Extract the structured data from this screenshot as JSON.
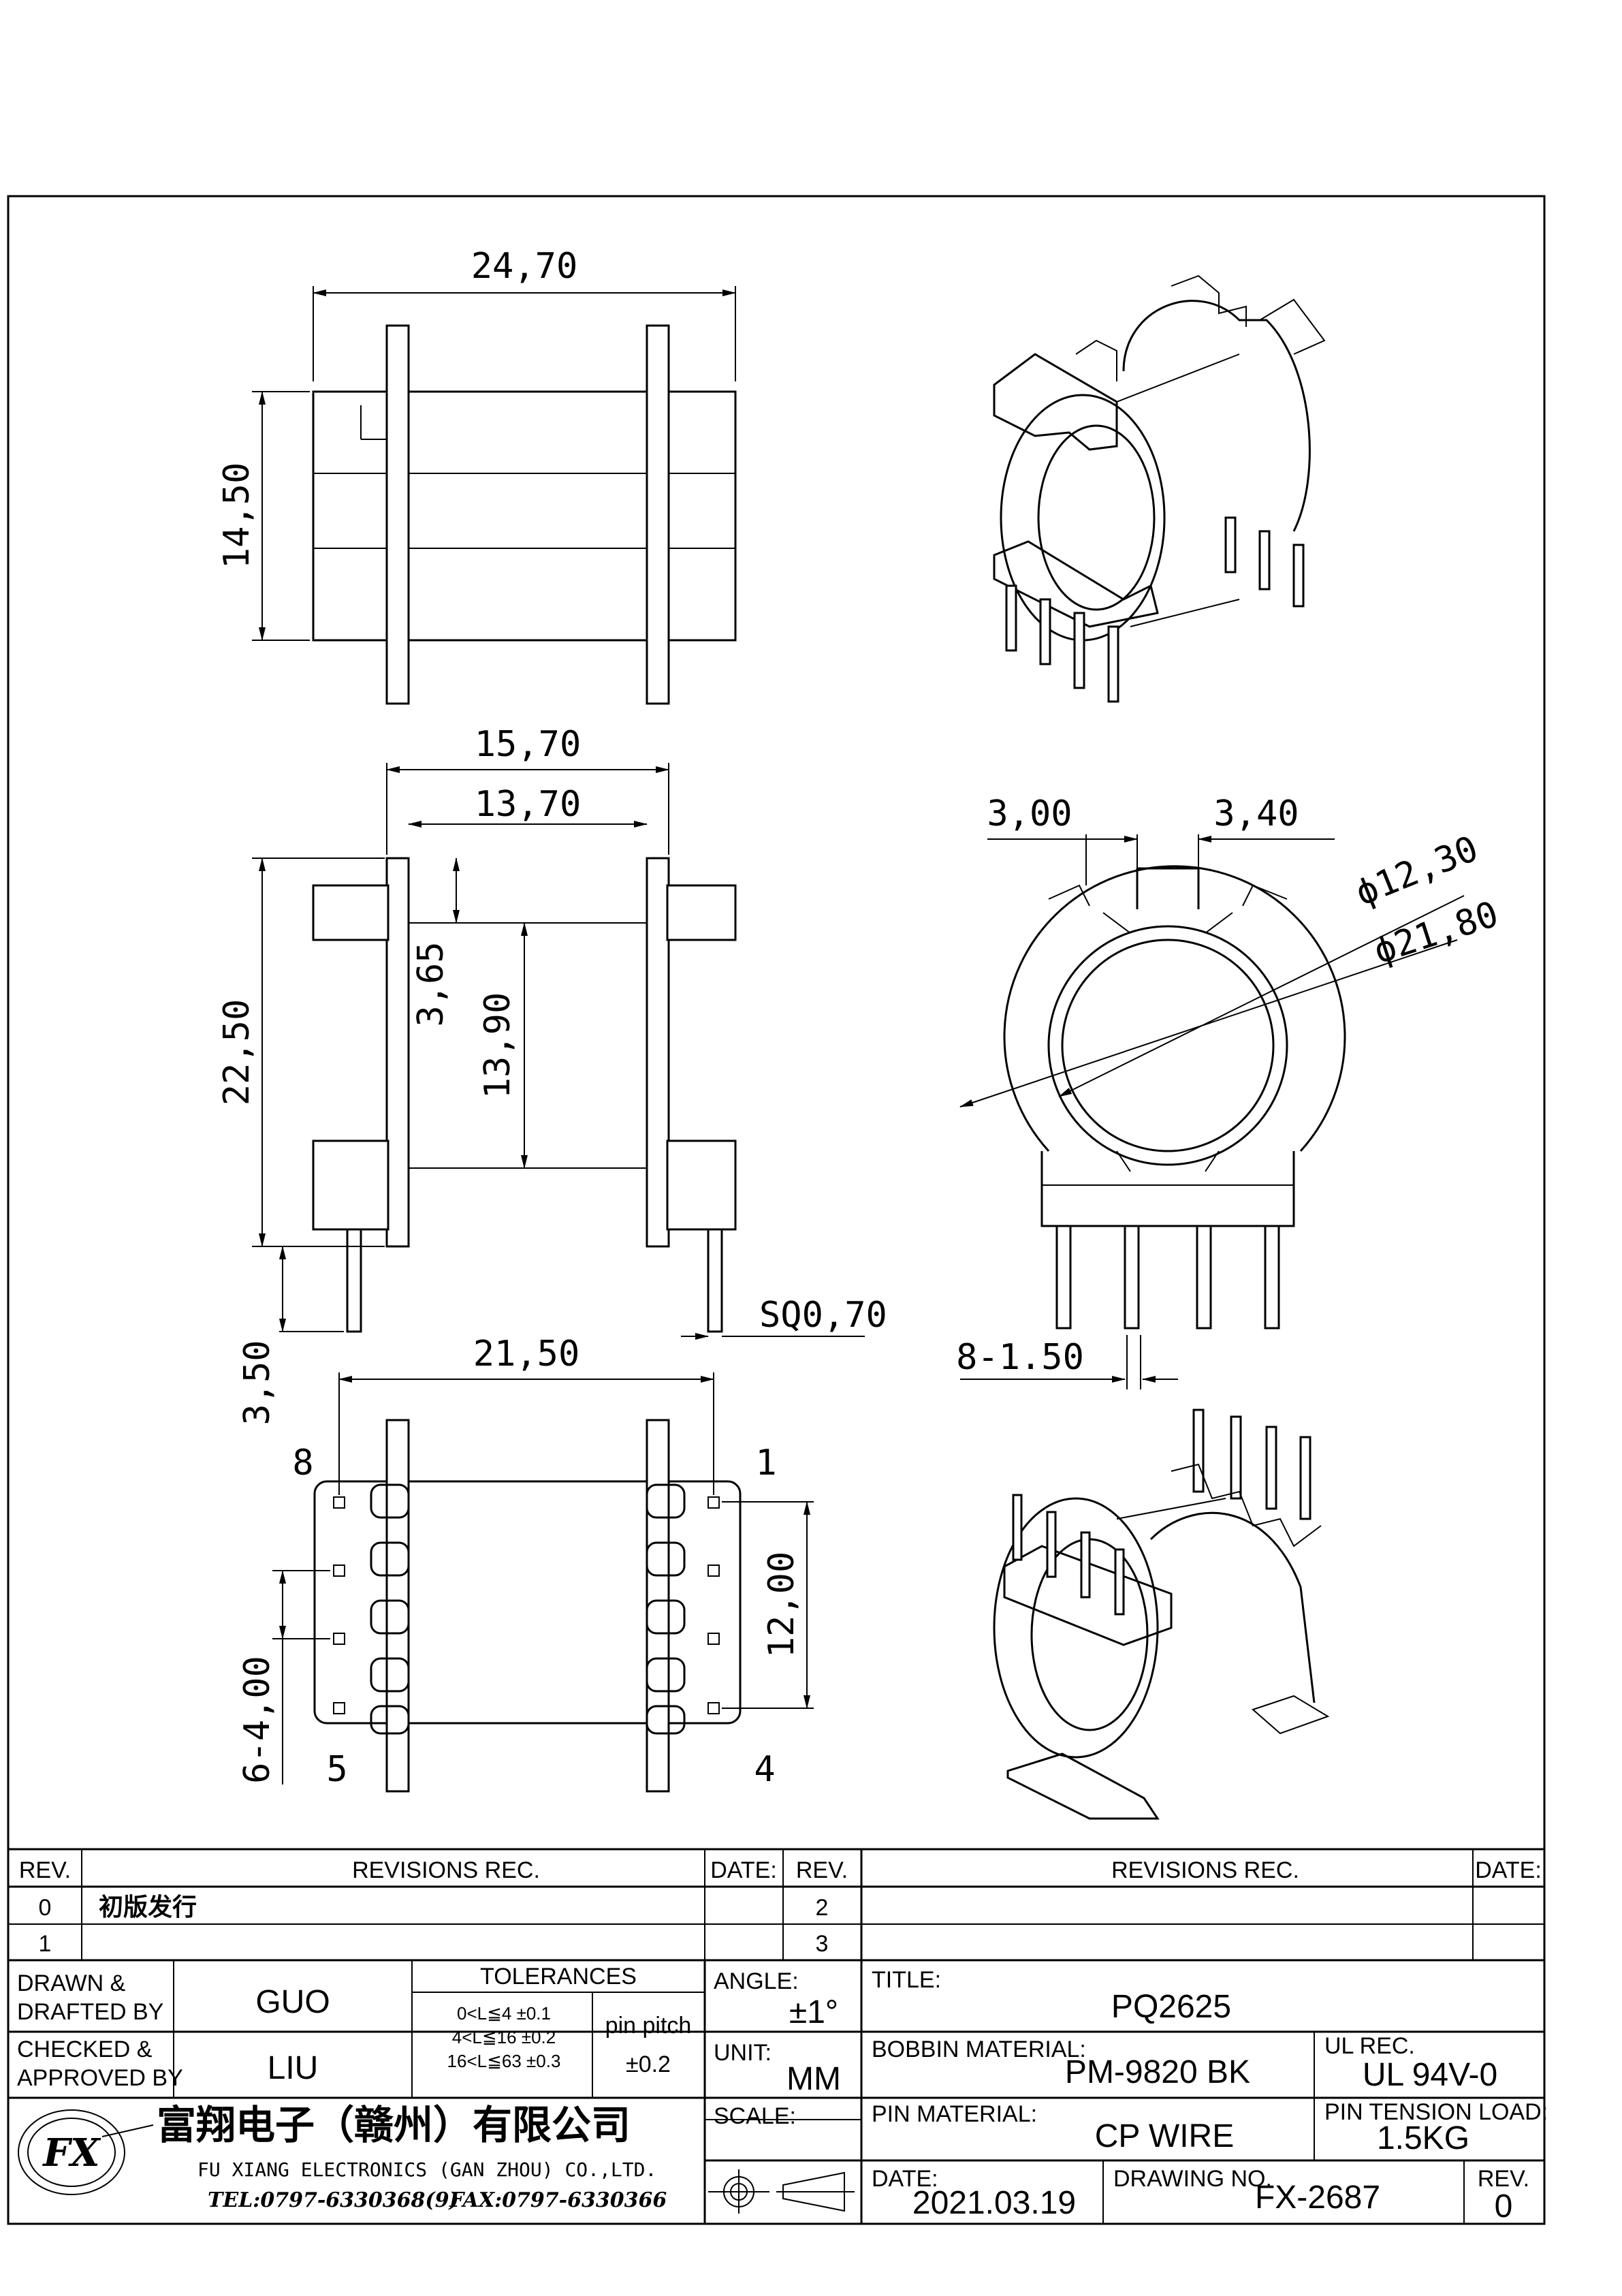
{
  "dimensions": {
    "top_width": "24,70",
    "top_height": "14,50",
    "side_outer_width": "15,70",
    "side_inner_width": "13,70",
    "side_height": "22,50",
    "side_step": "3,65",
    "side_inner_height": "13,90",
    "pin_length": "3,50",
    "pin_square": "SQ0,70",
    "front_left": "3,00",
    "front_right": "3,40",
    "front_inner_dia": "ϕ12,30",
    "front_outer_dia": "ϕ21,80",
    "front_pins": "8-1.50",
    "bottom_width": "21,50",
    "bottom_pin_span": "12,00",
    "bottom_pitch": "6-4,00"
  },
  "pin_labels": [
    "8",
    "1",
    "5",
    "4"
  ],
  "title_block": {
    "header_rev": "REV.",
    "header_revisions": "REVISIONS    REC.",
    "header_date": "DATE:",
    "rev_rows_left": [
      {
        "rev": "0",
        "text": "初版发行"
      },
      {
        "rev": "1",
        "text": ""
      }
    ],
    "rev_rows_right": [
      {
        "rev": "2",
        "text": ""
      },
      {
        "rev": "3",
        "text": ""
      }
    ],
    "drawn_label_1": "DRAWN  &",
    "drawn_label_2": "DRAFTED  BY",
    "drawn_value": "GUO",
    "checked_label_1": "CHECKED  &",
    "checked_label_2": "APPROVED  BY",
    "checked_value": "LIU",
    "tolerances_label": "TOLERANCES",
    "tolerance_lines": [
      "0<L≦4    ±0.1",
      "4<L≦16  ±0.2",
      "16<L≦63  ±0.3"
    ],
    "pin_pitch_label": "pin pitch",
    "pin_pitch_value": "±0.2",
    "angle_label": "ANGLE:",
    "angle_value": "±1°",
    "unit_label": "UNIT:",
    "unit_value": "MM",
    "scale_label": "SCALE:",
    "title_label": "TITLE:",
    "title_value": "PQ2625",
    "bobbin_label": "BOBBIN  MATERIAL:",
    "bobbin_value": "PM-9820  BK",
    "ul_label": "UL  REC.",
    "ul_value": "UL  94V-0",
    "pin_material_label": "PIN  MATERIAL:",
    "pin_material_value": "CP  WIRE",
    "pin_tension_label": "PIN  TENSION  LOAD:",
    "pin_tension_value": "1.5KG",
    "date_label": "DATE:",
    "date_value": "2021.03.19",
    "drawing_no_label": "DRAWING  NO.",
    "drawing_no_value": "FX-2687",
    "rev_label": "REV.",
    "rev_value": "0",
    "company_cn": "富翔电子（赣州）有限公司",
    "company_en": "FU  XIANG  ELECTRONICS  (GAN  ZHOU)  CO.,LTD.",
    "tel": "TEL:0797-6330368(9)",
    "fax": "FAX:0797-6330366",
    "logo_text": "FX"
  }
}
